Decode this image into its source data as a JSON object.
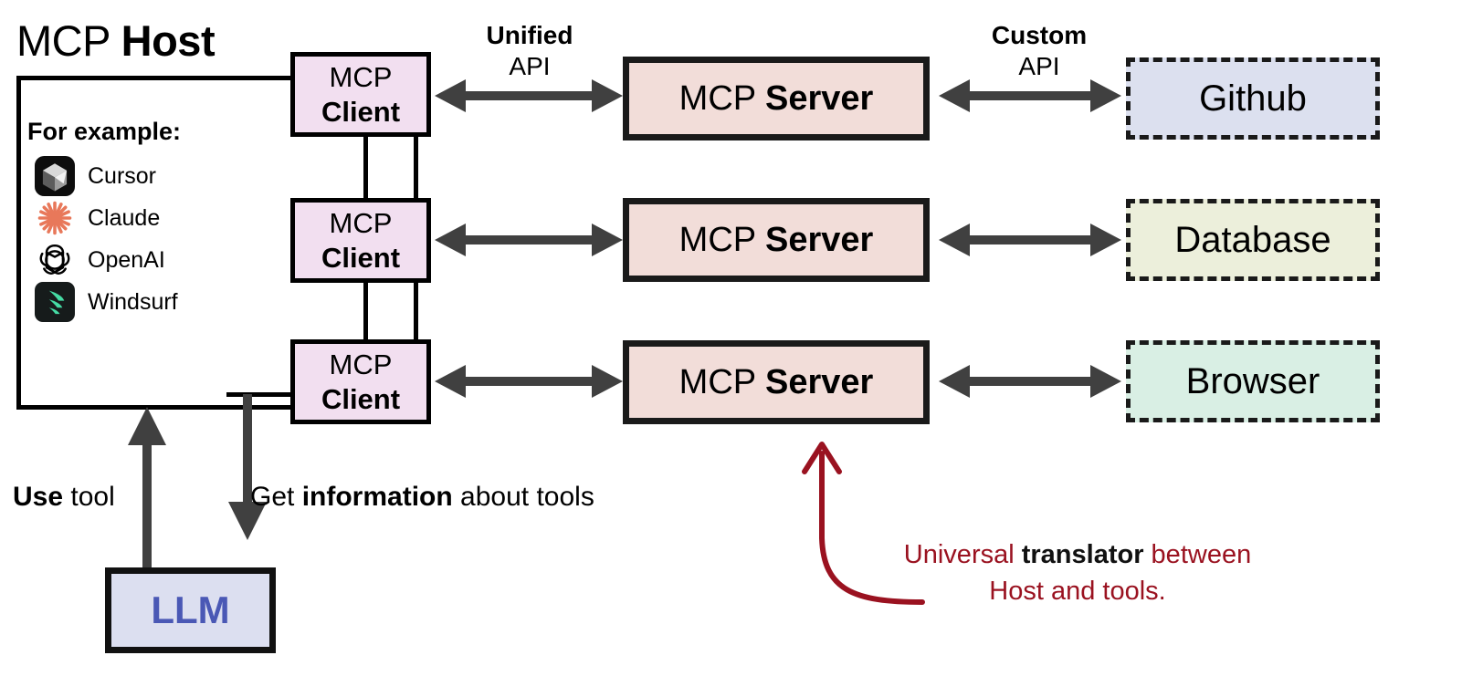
{
  "host": {
    "title_light": "MCP ",
    "title_bold": "Host",
    "for_example_label": "For example:",
    "examples": [
      {
        "icon": "cursor-icon",
        "label": "Cursor"
      },
      {
        "icon": "claude-icon",
        "label": "Claude"
      },
      {
        "icon": "openai-icon",
        "label": "OpenAI"
      },
      {
        "icon": "windsurf-icon",
        "label": "Windsurf"
      }
    ]
  },
  "clients": [
    {
      "line1": "MCP",
      "line2": "Client"
    },
    {
      "line1": "MCP",
      "line2": "Client"
    },
    {
      "line1": "MCP",
      "line2": "Client"
    }
  ],
  "servers": [
    {
      "light": "MCP ",
      "bold": "Server"
    },
    {
      "light": "MCP ",
      "bold": "Server"
    },
    {
      "light": "MCP ",
      "bold": "Server"
    }
  ],
  "tools": [
    {
      "label": "Github",
      "color": "#dce0ef"
    },
    {
      "label": "Database",
      "color": "#ecefdb"
    },
    {
      "label": "Browser",
      "color": "#d9efe4"
    }
  ],
  "arrow_labels": {
    "unified": {
      "top": "Unified",
      "bottom": "API"
    },
    "custom": {
      "top": "Custom",
      "bottom": "API"
    }
  },
  "flows": {
    "use_tool_bold": "Use",
    "use_tool_rest": " tool",
    "get_info_pre": "Get ",
    "get_info_bold": "information",
    "get_info_post": " about tools"
  },
  "llm": {
    "label": "LLM"
  },
  "annotation": {
    "line1_pre": "Universal ",
    "line1_bold": "translator",
    "line1_post": " between",
    "line2": "Host and tools."
  },
  "colors": {
    "client_fill": "#f2dff0",
    "server_fill": "#f2ddd9",
    "llm_fill": "#dcdff0",
    "llm_text": "#4a58b5",
    "arrow_gray": "#404040",
    "annotation_red": "#9a1220",
    "claude_orange": "#e8785a",
    "windsurf_green": "#45dba4"
  }
}
